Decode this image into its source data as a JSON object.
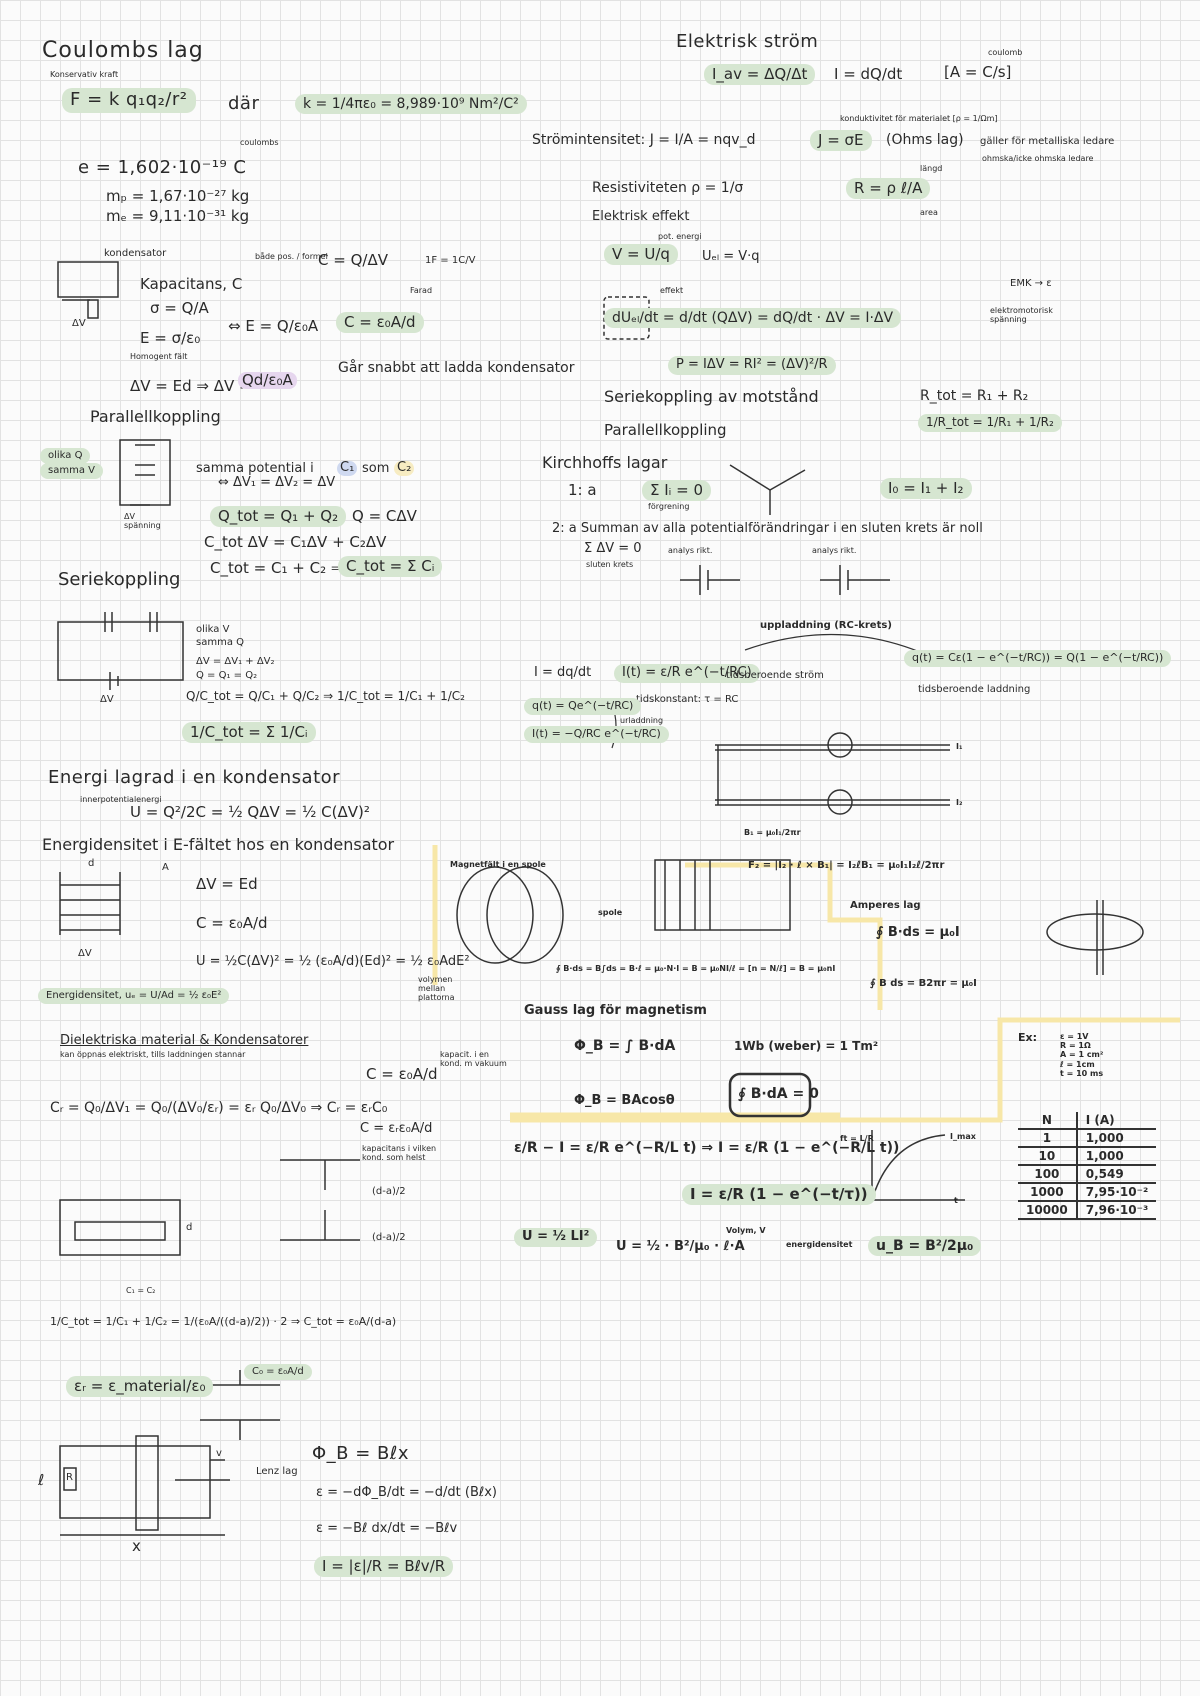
{
  "left": {
    "coulomb": {
      "title": "Coulombs lag",
      "note": "Konservativ kraft",
      "formula": "F = k q₁q₂/r²",
      "dar": "där",
      "k": "k = 1/4πε₀ = 8,989·10⁹ Nm²/C²",
      "coulombs_note": "coulombs",
      "e": "e = 1,602·10⁻¹⁹ C",
      "mp": "mₚ = 1,67·10⁻²⁷ kg",
      "me": "mₑ = 9,11·10⁻³¹ kg"
    },
    "kond": {
      "label": "kondensator",
      "kapacitans": "Kapacitans, C",
      "both_note": "både pos. / formel",
      "c_def": "C = Q/ΔV",
      "farad": "1F = 1C/V",
      "farad_note": "Farad",
      "sigma": "σ = Q/A",
      "e_sigma": "E = σ/ε₀",
      "e_qa": "⇔ E = Q/ε₀A",
      "c_eps": "C = ε₀A/d",
      "homogent": "Homogent fält",
      "dv": "ΔV = Ed ⇒ ΔV =",
      "dv2": "Qd/ε₀A",
      "snabbt": "Går snabbt att ladda kondensator",
      "dv_label": "ΔV"
    },
    "parallell": {
      "title": "Parallellkoppling",
      "olika": "olika Q",
      "samma": "samma V",
      "samma_pot": "samma potential i",
      "c1": "C₁",
      "som": "som",
      "c2": "C₂",
      "dv_eq": "⇔ ΔV₁ = ΔV₂ = ΔV",
      "qtot": "Q_tot = Q₁ + Q₂",
      "q_cdv": "Q = CΔV",
      "ctot_dv": "C_tot ΔV = C₁ΔV + C₂ΔV",
      "ctot": "C_tot = C₁ + C₂ ⇒",
      "ctot_sum": "C_tot = Σ Cᵢ",
      "spanning": "ΔV spänning"
    },
    "serie": {
      "title": "Seriekoppling",
      "olika": "olika V",
      "samma": "samma Q",
      "dv": "ΔV = ΔV₁ + ΔV₂",
      "q": "Q = Q₁ = Q₂",
      "q_ctot": "Q/C_tot = Q/C₁ + Q/C₂ ⇒ 1/C_tot = 1/C₁ + 1/C₂",
      "sum": "1/C_tot = Σ 1/Cᵢ",
      "dv_label": "ΔV"
    },
    "energi": {
      "title": "Energi lagrad i en kondensator",
      "note": "innerpotentialenergi",
      "formula": "U = Q²/2C = ½ QΔV = ½ C(ΔV)²",
      "densitet": "Energidensitet i E-fältet hos en kondensator",
      "dv_ed": "ΔV = Ed",
      "c": "C = ε₀A/d",
      "u": "U = ½C(ΔV)² = ½ (ε₀A/d)(Ed)² = ½ ε₀AdE²",
      "volym": "volymen mellan plattorna",
      "densitet_formula": "Energidensitet, uₑ = U/Ad = ½ ε₀E²",
      "d_label": "d",
      "a_label": "A",
      "dv_label": "ΔV"
    },
    "dielektrisk": {
      "title": "Dielektriska material & Kondensatorer",
      "sub": "kan öppnas elektriskt, tills laddningen stannar",
      "cr": "Cᵣ = Q₀/ΔV₁ = Q₀/(ΔV₀/εᵣ) = εᵣ Q₀/ΔV₀ ⇒ Cᵣ = εᵣC₀",
      "c_eps": "C = ε₀A/d",
      "kapacitans_note": "kapacit. i en kond. m vakuum",
      "c_er": "C = εᵣε₀A/d",
      "kapacitans2": "kapacitans i vilken kond. som helst",
      "da": "(d-a)/2",
      "da2": "(d-a)/2",
      "d": "d",
      "ctot": "1/C_tot = 1/C₁ + 1/C₂ = 1/(ε₀A/((d-a)/2)) · 2 ⇒ C_tot = ε₀A/(d-a)",
      "er": "εᵣ = ε_material/ε₀",
      "c0": "C₀ = ε₀A/d",
      "c1c2": "C₁ = C₂"
    },
    "lenz": {
      "phi": "Φ_B = Bℓx",
      "lenz": "Lenz lag",
      "emf": "ε = −dΦ_B/dt = −d/dt (Bℓx)",
      "emf2": "ε = −Bℓ dx/dt = −Bℓv",
      "i": "I = |ε|/R = Bℓv/R",
      "v": "v",
      "x": "x",
      "l": "ℓ",
      "r": "R"
    }
  },
  "right": {
    "strom": {
      "title": "Elektrisk ström",
      "iav": "I_av = ΔQ/Δt",
      "i": "I = dQ/dt",
      "unit": "[A = C/s]",
      "coulomb": "coulomb",
      "kond_note": "konduktivitet för materialet [ρ = 1/Ωm]",
      "j": "Strömintensitet: J = I/A = nqv_d",
      "j_ohm": "J = σE",
      "ohm": "(Ohms lag)",
      "galler": "gäller för metalliska ledare",
      "ohmska": "ohmska/icke ohmska ledare",
      "resistivitet": "Resistiviteten ρ = 1/σ",
      "r": "R = ρ ℓ/A",
      "langd": "längd",
      "area": "area",
      "effekt": "Elektrisk effekt",
      "v": "V = U/q",
      "pot": "pot. energi",
      "uel": "Uₑₗ = V·q",
      "du": "dUₑₗ/dt = d/dt (QΔV) = dQ/dt · ΔV = I·ΔV",
      "effekt_note": "effekt",
      "p": "P = IΔV = RI² = (ΔV)²/R",
      "emk": "EMK → ε",
      "elektro": "elektromotorisk spänning"
    },
    "serie": {
      "title": "Seriekoppling av motstånd",
      "r": "R_tot = R₁ + R₂",
      "parallell": "Parallellkoppling",
      "rp": "1/R_tot = 1/R₁ + 1/R₂"
    },
    "kirchhoff": {
      "title": "Kirchhoffs lagar",
      "one": "1: a",
      "sum_i": "Σ Iᵢ = 0",
      "forgrening": "förgrening",
      "i0": "I₀ = I₁ + I₂",
      "two": "2: a Summan av alla potentialförändringar i en sluten krets är noll",
      "sum_dv": "Σ ΔV = 0",
      "sluten": "sluten krets",
      "analys": "analys rikt.",
      "analys2": "analys rikt."
    },
    "rc": {
      "i": "I = dq/dt",
      "it": "I(t) = ε/R e^(−t/RC)",
      "tid_strom": "tidsberoende ström",
      "upp": "uppladdning (RC-krets)",
      "qt": "q(t) = Cε(1 − e^(−t/RC)) = Q(1 − e^(−t/RC))",
      "tid_ladd": "tidsberoende laddning",
      "tidskonstant": "tidskonstant: τ = RC",
      "qt2": "q(t) = Qe^(−t/RC)",
      "it2": "I(t) = −Q/RC e^(−t/RC)",
      "urladdning": "urladdning"
    },
    "magnet": {
      "b": "B₁ = μ₀I₁/2πr",
      "f": "F₂ = |I₂ · ℓ × B₁| = I₂ℓB₁ = μ₀I₁I₂ℓ/2πr",
      "i1": "I₁",
      "i2": "I₂",
      "spole_title": "Magnetfält i en spole",
      "ampere": "Amperes lag",
      "ampere_f": "∮ B·ds = μ₀I",
      "ampere_f2": "∮ B ds = B2πr = μ₀I",
      "spole_f": "∮ B·ds = B∫ds = B·ℓ = μ₀·N·I = B = μ₀NI/ℓ = [n = N/ℓ] = B = μ₀nI",
      "spole": "spole",
      "gauss": "Gauss lag för magnetism",
      "phi": "Φ_B = ∫ B·dA",
      "weber": "1Wb (weber) = 1 Tm²",
      "phi_cos": "Φ_B = BAcosθ",
      "gauss_f": "∮ B·dA = 0",
      "ex": "Ex:",
      "ex_vals": [
        "ε = 1V",
        "R = 1Ω",
        "A = 1 cm²",
        "ℓ = 1cm",
        "t = 10 ms"
      ],
      "table_head": [
        "N",
        "I (A)"
      ],
      "table_rows": [
        [
          "1",
          "1,000"
        ],
        [
          "10",
          "1,000"
        ],
        [
          "100",
          "0,549"
        ],
        [
          "1000",
          "7,95·10⁻²"
        ],
        [
          "10000",
          "7,96·10⁻³"
        ]
      ],
      "ekv": "ε/R − I = ε/R e^(−R/L t) ⇒ I = ε/R (1 − e^(−R/L t))",
      "ekv2": "I = ε/R (1 − e^(−t/τ))",
      "imax": "I_max",
      "ft": "ft = L/R",
      "u": "U = ½ LI²",
      "u2": "U = ½ · B²/μ₀ · ℓ·A",
      "volym": "Volym, V",
      "energi": "energidensitet",
      "ub": "u_B = B²/2μ₀",
      "t": "t"
    }
  }
}
